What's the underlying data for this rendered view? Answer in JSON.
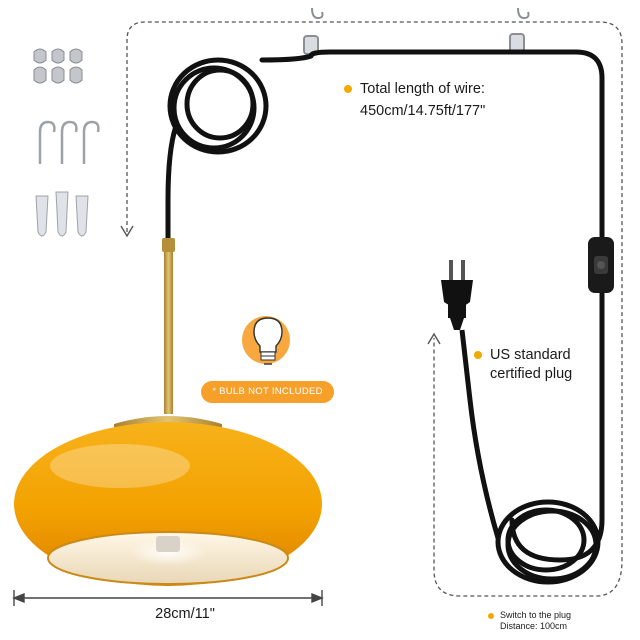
{
  "annotations": {
    "wire_length_line1": "Total length of wire:",
    "wire_length_line2": "450cm/14.75ft/177\"",
    "plug_line1": "US standard",
    "plug_line2": "certified plug",
    "bulb_note": "* BULB NOT INCLUDED",
    "width_dimension": "28cm/11\"",
    "switch_line1": "Switch to the plug",
    "switch_line2": "Distance: 100cm"
  },
  "icons": [
    "bulb-icon",
    "plug-icon",
    "hook-icon",
    "anchor-icon",
    "cable-clip-icon"
  ],
  "colors": {
    "shade": "#f3a100",
    "brass": "#c9a24a",
    "cable": "#111111",
    "accent_dot": "#f2a900",
    "bulb_badge": "#f6a02a"
  }
}
